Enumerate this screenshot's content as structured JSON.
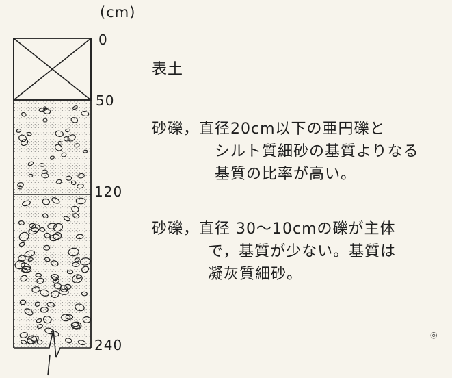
{
  "column": {
    "unit": "(cm)",
    "depth_labels": [
      "0",
      "50",
      "120",
      "240"
    ],
    "depths_cm": [
      0,
      50,
      120,
      240
    ]
  },
  "layers": [
    {
      "pattern": "crossed-box",
      "lines": [
        "表土"
      ]
    },
    {
      "pattern": "small-gravel-dots",
      "lines": [
        "砂礫，直径20cm以下の亜円礫と",
        "シルト質細砂の基質よりなる",
        "基質の比率が高い。"
      ]
    },
    {
      "pattern": "large-gravel-dots",
      "lines": [
        "砂礫，直径 30～10cmの礫が主体",
        "で，基質が少ない。基質は",
        "凝灰質細砂。"
      ]
    }
  ],
  "page_mark": "◎"
}
